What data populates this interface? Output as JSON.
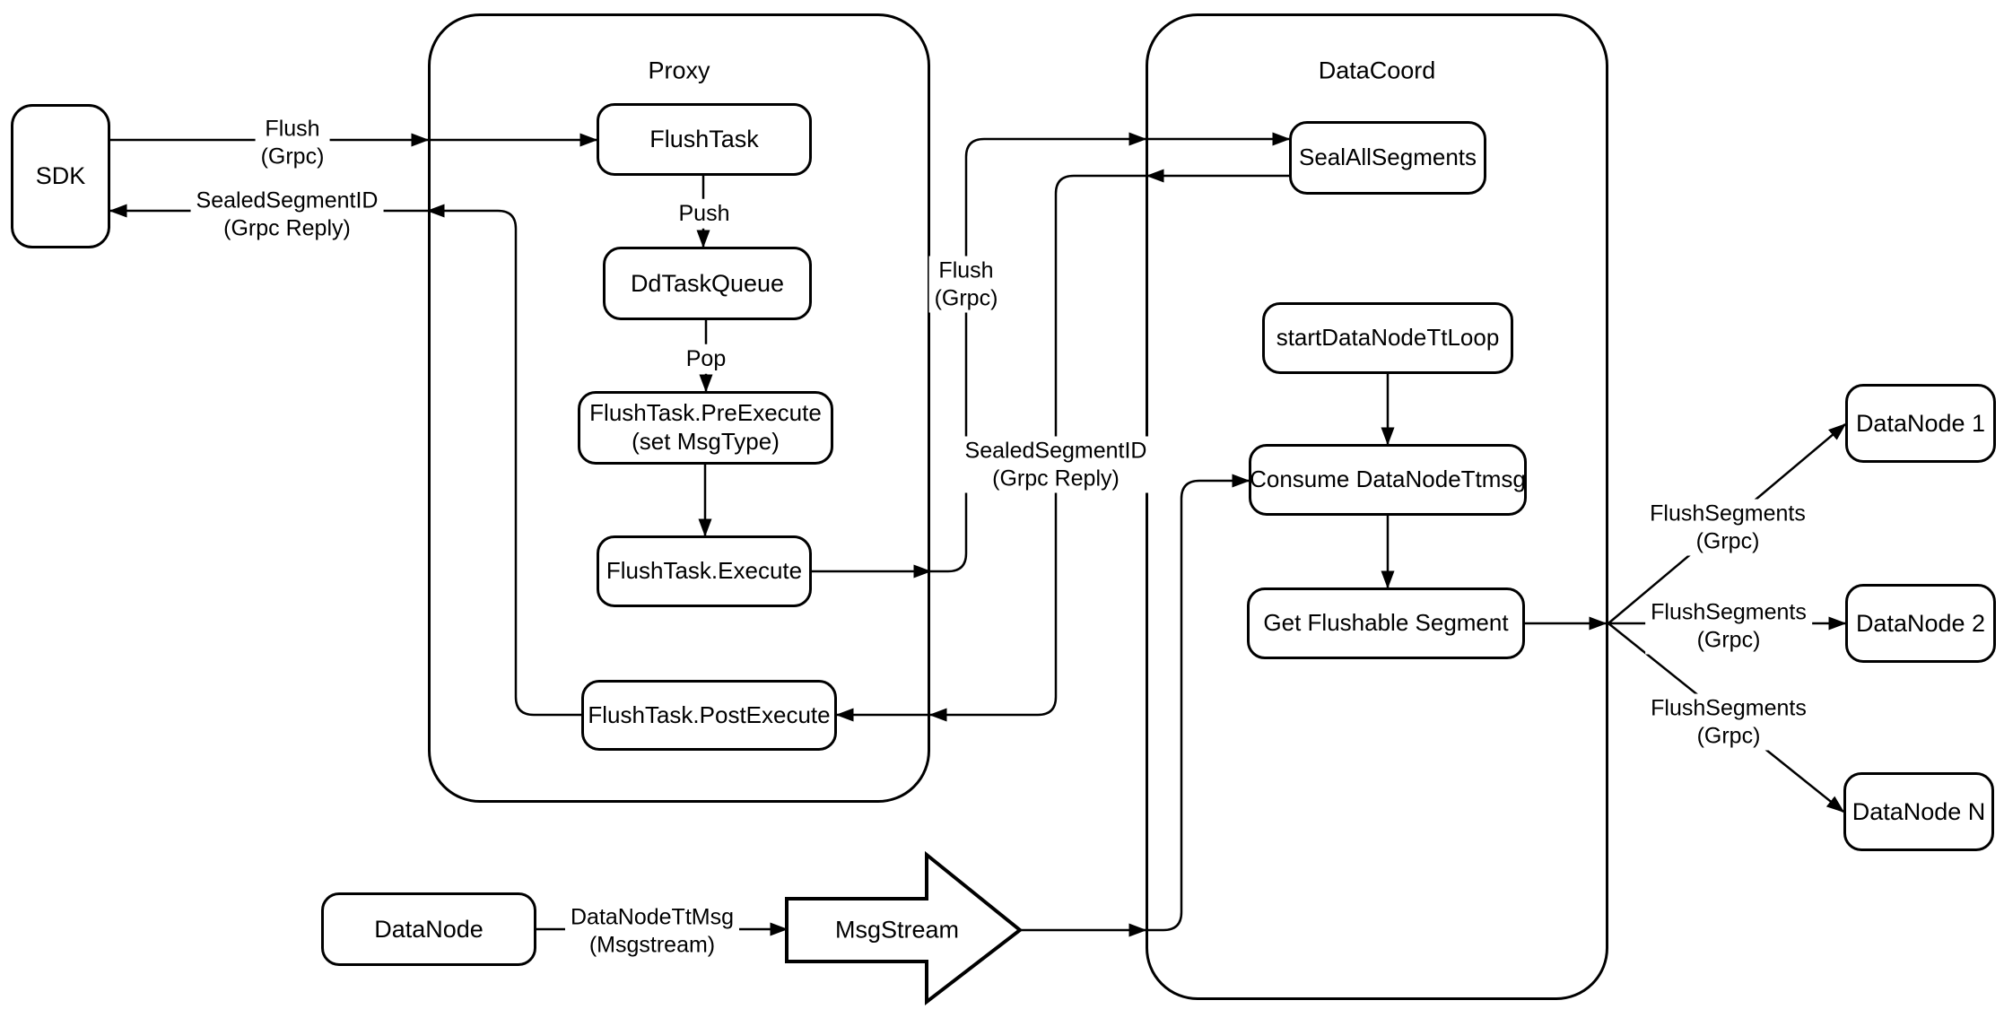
{
  "diagram": {
    "title_hint": "Flush data flow diagram (SDK / Proxy / DataCoord / DataNodes)",
    "colors": {
      "stroke": "#000000",
      "background": "#ffffff",
      "node_fill": "#ffffff"
    },
    "containers": {
      "proxy": {
        "label": "Proxy"
      },
      "datacoord": {
        "label": "DataCoord"
      }
    },
    "nodes": {
      "sdk": {
        "label": "SDK"
      },
      "flush_task": {
        "label": "FlushTask"
      },
      "dd_task_queue": {
        "label": "DdTaskQueue"
      },
      "pre_execute": {
        "line1": "FlushTask.PreExecute",
        "line2": "(set MsgType)"
      },
      "execute": {
        "label": "FlushTask.Execute"
      },
      "post_execute": {
        "label": "FlushTask.PostExecute"
      },
      "seal_all_segments": {
        "label": "SealAllSegments"
      },
      "start_data_node_tt_loop": {
        "label": "startDataNodeTtLoop"
      },
      "consume_data_node_ttmsg": {
        "label": "Consume DataNodeTtmsg"
      },
      "get_flushable_segment": {
        "label": "Get Flushable Segment"
      },
      "data_node_1": {
        "label": "DataNode 1"
      },
      "data_node_2": {
        "label": "DataNode 2"
      },
      "data_node_n": {
        "label": "DataNode N"
      },
      "data_node": {
        "label": "DataNode"
      },
      "msg_stream": {
        "label": "MsgStream"
      }
    },
    "edge_labels": {
      "flush_sdk": {
        "line1": "Flush",
        "line2": "(Grpc)"
      },
      "sealed_sdk": {
        "line1": "SealedSegmentID",
        "line2": "(Grpc Reply)"
      },
      "push": {
        "text": "Push"
      },
      "pop": {
        "text": "Pop"
      },
      "flush_mid": {
        "line1": "Flush",
        "line2": "(Grpc)"
      },
      "sealed_mid": {
        "line1": "SealedSegmentID",
        "line2": "(Grpc Reply)"
      },
      "data_node_tt_msg": {
        "line1": "DataNodeTtMsg",
        "line2": "(Msgstream)"
      },
      "flush_segments_1": {
        "line1": "FlushSegments",
        "line2": "(Grpc)"
      },
      "flush_segments_2": {
        "line1": "FlushSegments",
        "line2": "(Grpc)"
      },
      "flush_segments_3": {
        "line1": "FlushSegments",
        "line2": "(Grpc)"
      }
    }
  }
}
